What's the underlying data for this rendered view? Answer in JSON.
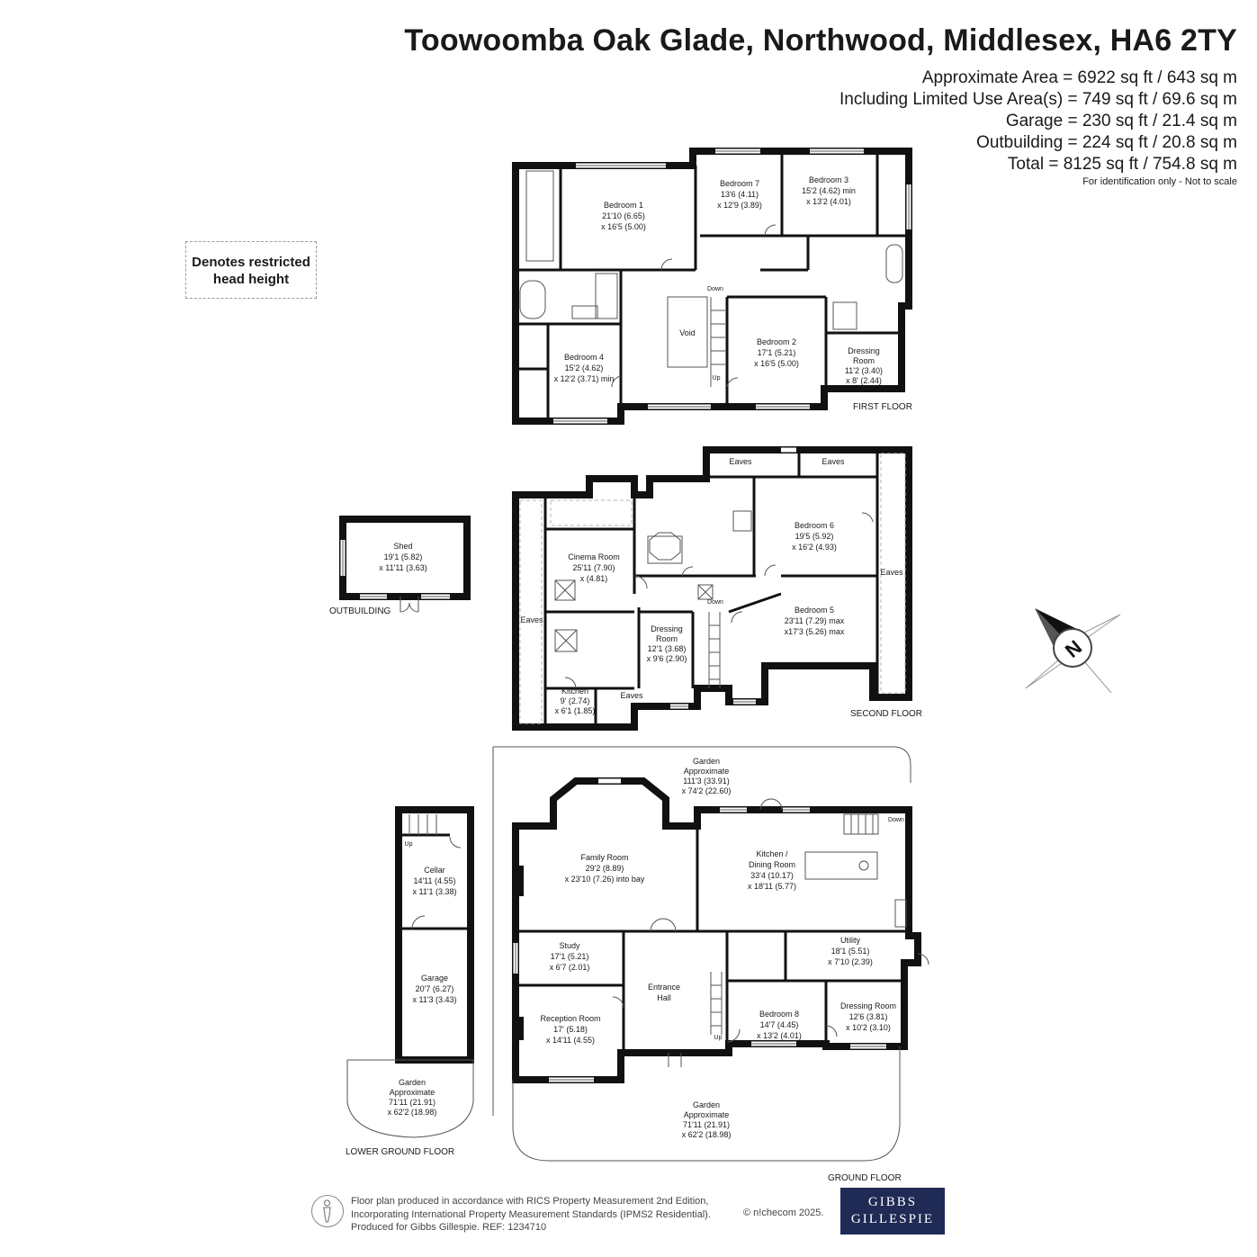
{
  "header": {
    "title": "Toowoomba Oak Glade, Northwood, Middlesex, HA6 2TY",
    "areas": [
      "Approximate Area = 6922 sq ft / 643 sq m",
      "Including Limited Use Area(s) = 749 sq ft / 69.6 sq m",
      "Garage = 230 sq ft / 21.4 sq m",
      "Outbuilding = 224 sq ft / 20.8 sq m",
      "Total = 8125 sq ft / 754.8 sq m"
    ],
    "note": "For identification only - Not to scale"
  },
  "legend": {
    "line1": "Denotes restricted",
    "line2": "head height"
  },
  "floors": {
    "first": "FIRST FLOOR",
    "second": "SECOND FLOOR",
    "ground": "GROUND FLOOR",
    "lower": "LOWER GROUND FLOOR",
    "outbuilding": "OUTBUILDING"
  },
  "rooms": {
    "bedroom1": [
      "Bedroom 1",
      "21'10 (6.65)",
      "x 16'5 (5.00)"
    ],
    "bedroom7": [
      "Bedroom  7",
      "13'6 (4.11)",
      "x 12'9 (3.89)"
    ],
    "bedroom3": [
      "Bedroom 3",
      "15'2 (4.62) min",
      "x 13'2 (4.01)"
    ],
    "bedroom4": [
      "Bedroom  4",
      "15'2 (4.62)",
      "x 12'2 (3.71) min"
    ],
    "bedroom2": [
      "Bedroom 2",
      "17'1 (5.21)",
      "x 16'5 (5.00)"
    ],
    "dressing1": [
      "Dressing",
      "Room",
      "11'2 (3.40)",
      "x 8' (2.44)"
    ],
    "void": "Void",
    "shed": [
      "Shed",
      "19'1 (5.82)",
      "x 11'11 (3.63)"
    ],
    "cinema": [
      "Cinema Room",
      "25'11 (7.90)",
      "x (4.81)"
    ],
    "bedroom6": [
      "Bedroom 6",
      "19'5 (5.92)",
      "x 16'2 (4.93)"
    ],
    "bedroom5": [
      "Bedroom 5",
      "23'11 (7.29) max",
      "x17'3  (5.26) max"
    ],
    "dressing2": [
      "Dressing",
      "Room",
      "12'1 (3.68)",
      "x 9'6 (2.90)"
    ],
    "kitchen2": [
      "Kitchen",
      "9' (2.74)",
      "x 6'1 (1.85)"
    ],
    "eaves": "Eaves",
    "gardenTop": [
      "Garden",
      "Approximate",
      "111'3 (33.91)",
      "x 74'2 (22.60)"
    ],
    "family": [
      "Family Room",
      "29'2 (8.89)",
      "x 23'10 (7.26) into bay"
    ],
    "kitchenDining": [
      "Kitchen /",
      "Dining Room",
      "33'4 (10.17)",
      "x 18'11 (5.77)"
    ],
    "cellar": [
      "Cellar",
      "14'11 (4.55)",
      "x 11'1 (3.38)"
    ],
    "garage": [
      "Garage",
      "20'7 (6.27)",
      "x 11'3 (3.43)"
    ],
    "study": [
      "Study",
      "17'1 (5.21)",
      "x 6'7 (2.01)"
    ],
    "utility": [
      "Utility",
      "18'1 (5.51)",
      "x 7'10 (2.39)"
    ],
    "hall": [
      "Entrance",
      "Hall"
    ],
    "reception": [
      "Reception Room",
      "17' (5.18)",
      "x 14'11 (4.55)"
    ],
    "bedroom8": [
      "Bedroom 8",
      "14'7 (4.45)",
      "x 13'2 (4.01)"
    ],
    "dressing3": [
      "Dressing Room",
      "12'6 (3.81)",
      "x 10'2 (3.10)"
    ],
    "gardenSmall": [
      "Garden",
      "Approximate",
      "71'11 (21.91)",
      "x 62'2 (18.98)"
    ],
    "gardenBottom": [
      "Garden",
      "Approximate",
      "71'11 (21.91)",
      "x 62'2 (18.98)"
    ],
    "down": "Down",
    "up": "Up"
  },
  "compass": {
    "letter": "N"
  },
  "footer": {
    "lines": [
      "Floor plan produced in accordance with RICS Property Measurement 2nd Edition,",
      "Incorporating International Property Measurement Standards (IPMS2 Residential).",
      "Produced for Gibbs Gillespie.   REF:  1234710"
    ],
    "copyright": "© n!checom 2025.",
    "brand1": "GIBBS",
    "brand2": "GILLESPIE"
  }
}
